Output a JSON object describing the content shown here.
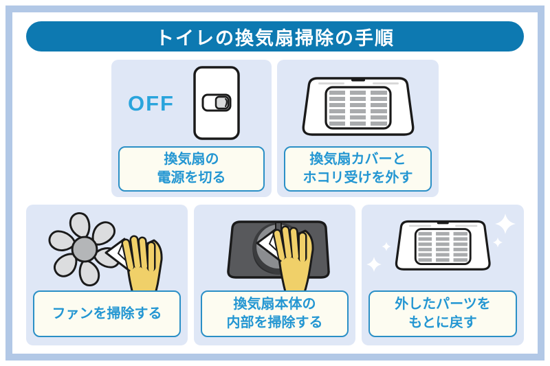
{
  "title": "トイレの換気扇掃除の手順",
  "colors": {
    "frame": "#b2c8e6",
    "title_bg": "#0d79b1",
    "title_text": "#ffffff",
    "panel_bg": "#dfe7f6",
    "label_bg": "#fdfcf1",
    "label_border": "#2a8fc6",
    "label_text": "#2396d2",
    "off_text": "#29a4dc",
    "outline": "#1a1a1a",
    "hand": "#f0d069",
    "fan_blade": "#dcdddf",
    "housing": "#58595c"
  },
  "steps": [
    {
      "id": "turn-off-power",
      "off_label": "OFF",
      "lines": [
        "換気扇の",
        "電源を切る"
      ]
    },
    {
      "id": "remove-cover",
      "lines": [
        "換気扇カバーと",
        "ホコリ受けを外す"
      ]
    },
    {
      "id": "clean-fan",
      "lines": [
        "ファンを掃除する"
      ]
    },
    {
      "id": "clean-fan-body",
      "lines": [
        "換気扇本体の",
        "内部を掃除する"
      ]
    },
    {
      "id": "reassemble-parts",
      "lines": [
        "外したパーツを",
        "もとに戻す"
      ]
    }
  ]
}
